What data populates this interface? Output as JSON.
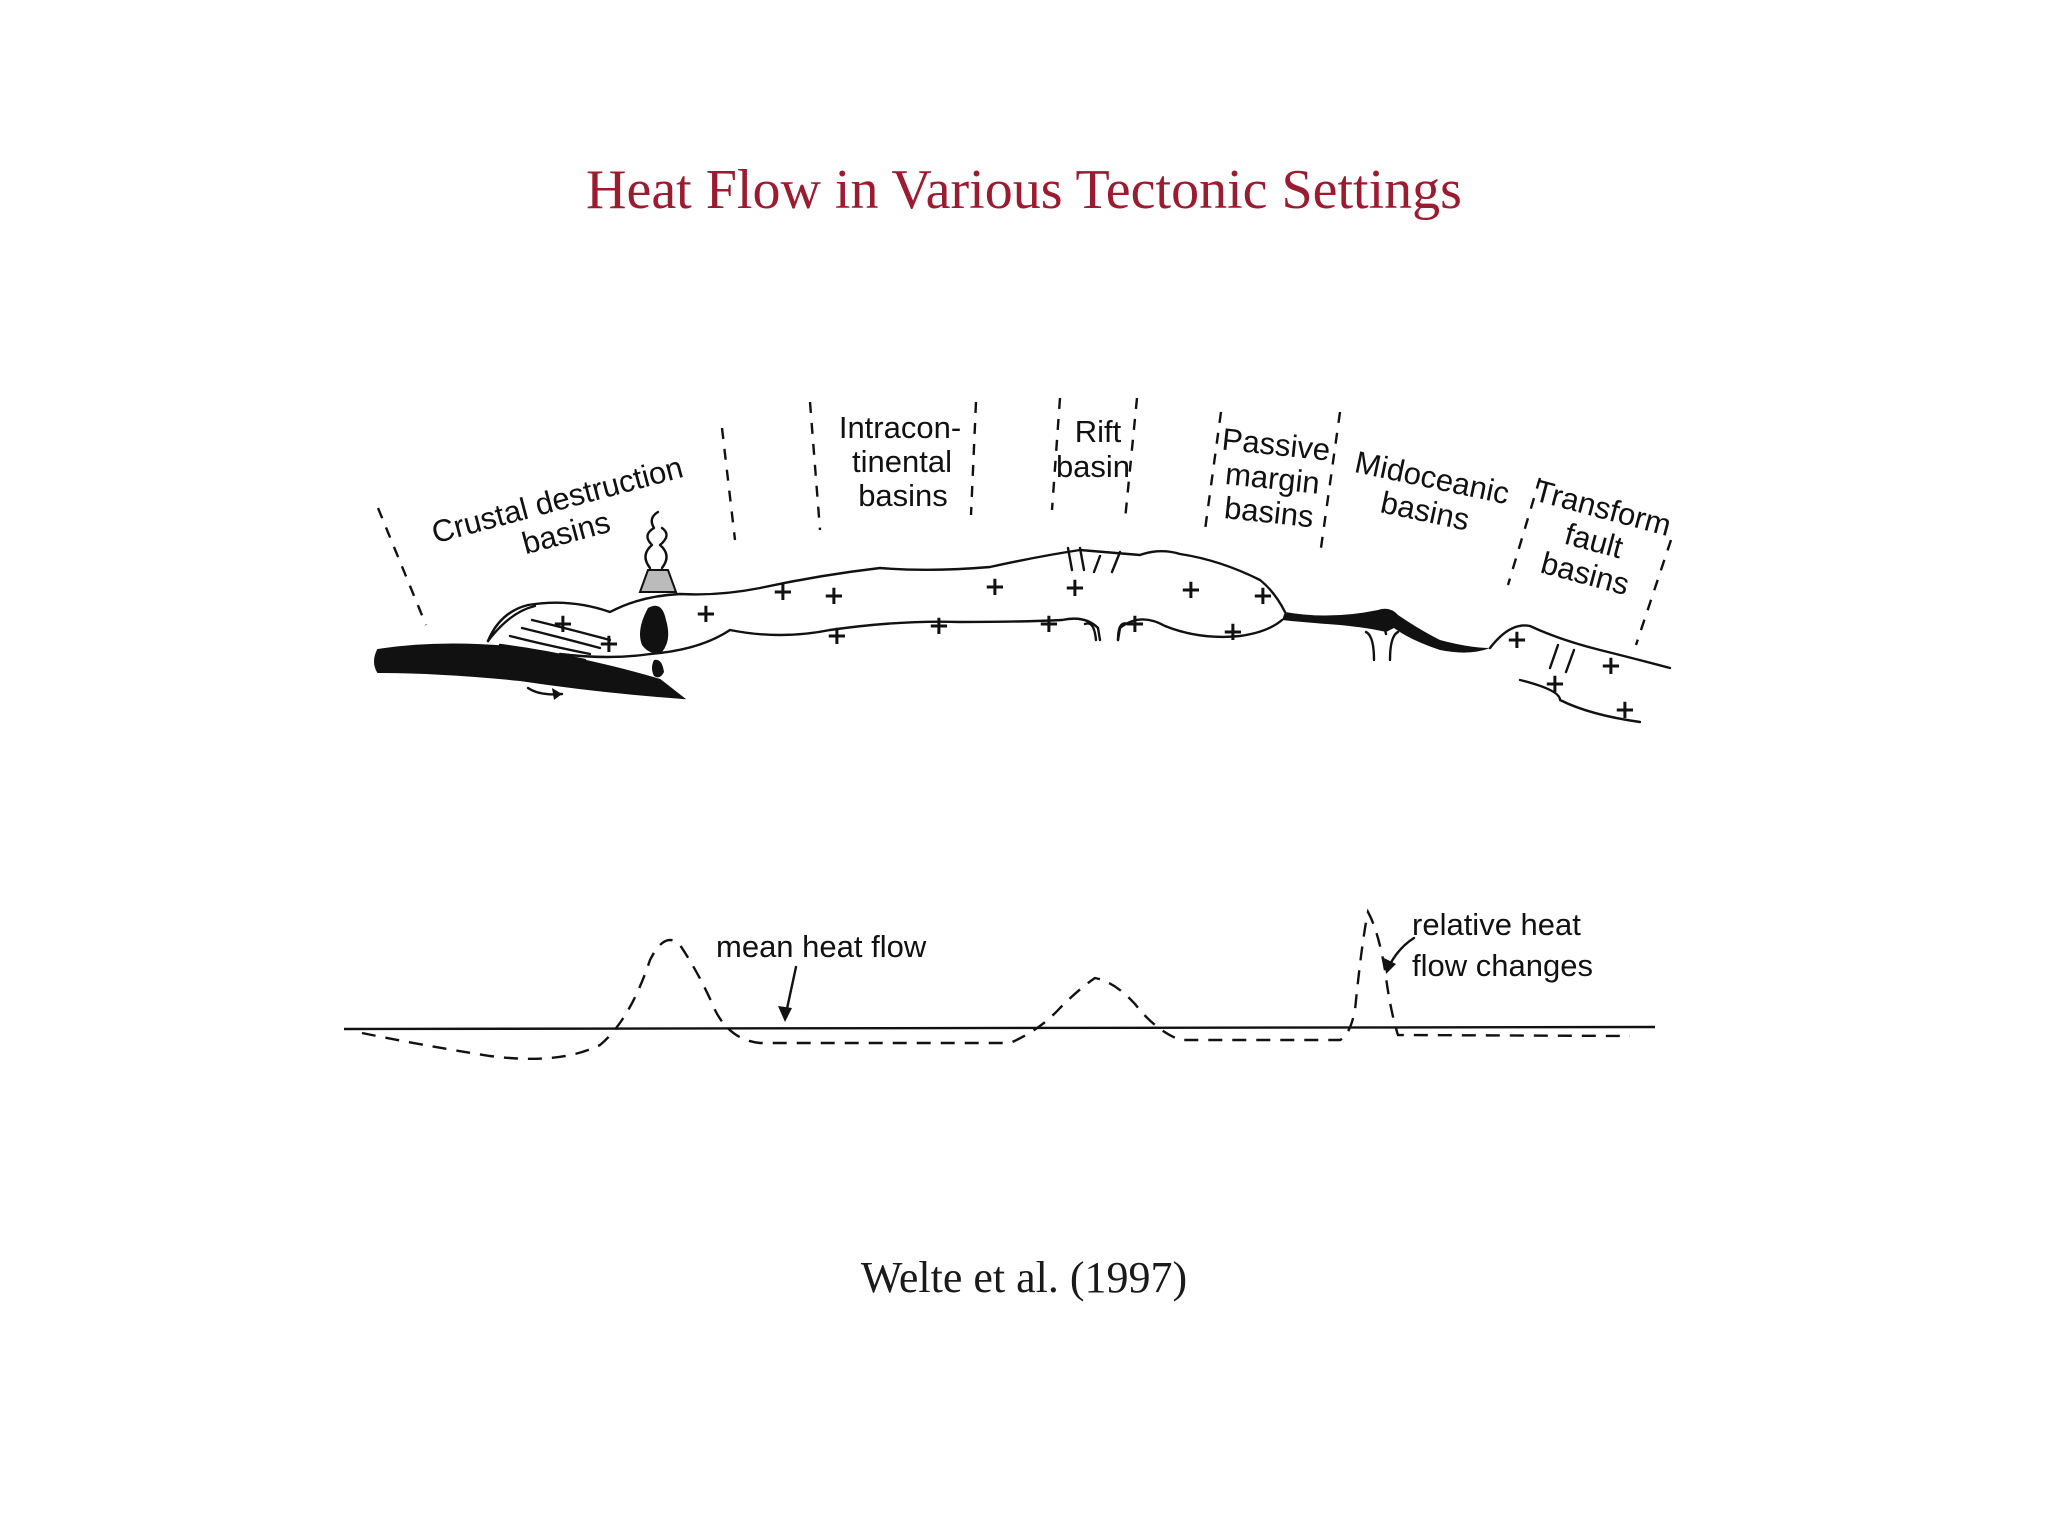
{
  "title": "Heat Flow in Various Tectonic Settings",
  "citation": "Welte et al. (1997)",
  "basins": {
    "crustal_destruction": [
      "Crustal destruction",
      "basins"
    ],
    "intracontinental": [
      "Intracon-",
      "tinental",
      "basins"
    ],
    "rift": [
      "Rift",
      "basin"
    ],
    "passive_margin": [
      "Passive",
      "margin",
      "basins"
    ],
    "midoceanic": [
      "Midoceanic",
      "basins"
    ],
    "transform_fault": [
      "Transform",
      "fault",
      "basins"
    ]
  },
  "legend": {
    "mean_heat_flow": "mean heat flow",
    "relative_heat_flow": [
      "relative heat",
      "flow changes"
    ]
  },
  "plus_symbol": "+",
  "colors": {
    "title": "#9b1b30",
    "ink": "#111111"
  }
}
